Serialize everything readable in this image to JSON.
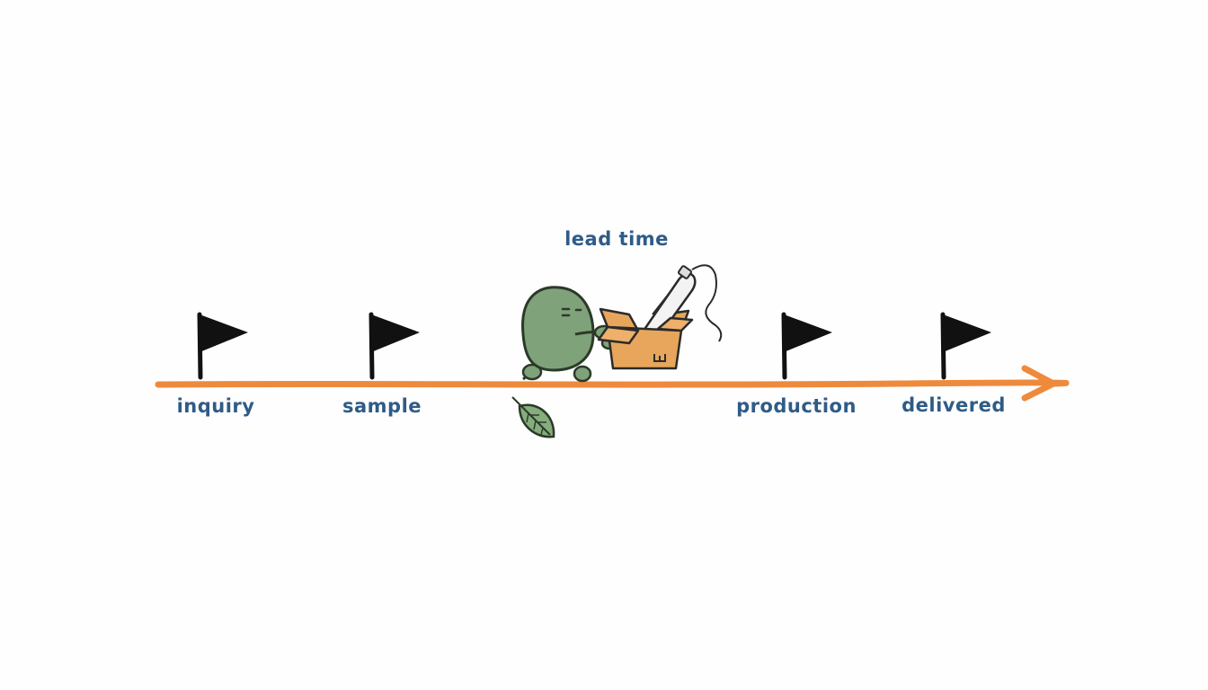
{
  "title": "lead time",
  "stages": [
    {
      "label": "inquiry"
    },
    {
      "label": "sample"
    },
    {
      "label": "production"
    },
    {
      "label": "delivered"
    }
  ],
  "colors": {
    "line": "#ee8a3c",
    "label": "#2f5b87",
    "flag": "#111111",
    "character": "#7fa27a",
    "box": "#e7a65b",
    "leaf": "#86ad7d"
  },
  "icons": [
    "flag-icon",
    "green-blob-character",
    "cardboard-box-icon",
    "hair-dryer-icon",
    "leaf-icon"
  ]
}
